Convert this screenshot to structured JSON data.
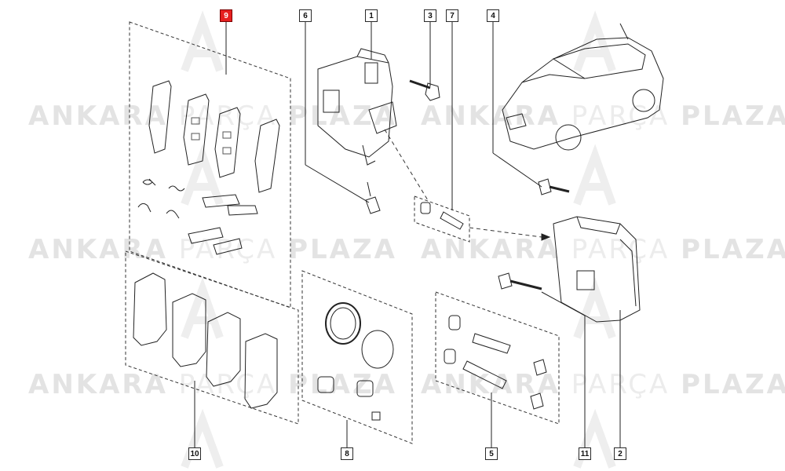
{
  "watermark": {
    "word1": "ANKARA",
    "word2": "PARÇA",
    "word3": "PLAZA"
  },
  "callouts": {
    "c9": "9",
    "c6": "6",
    "c1": "1",
    "c3": "3",
    "c7": "7",
    "c4": "4",
    "c10": "10",
    "c8": "8",
    "c5": "5",
    "c11": "11",
    "c2": "2"
  },
  "colors": {
    "highlight": "#e62020",
    "line": "#222222",
    "watermark": "#e3e3e3"
  }
}
